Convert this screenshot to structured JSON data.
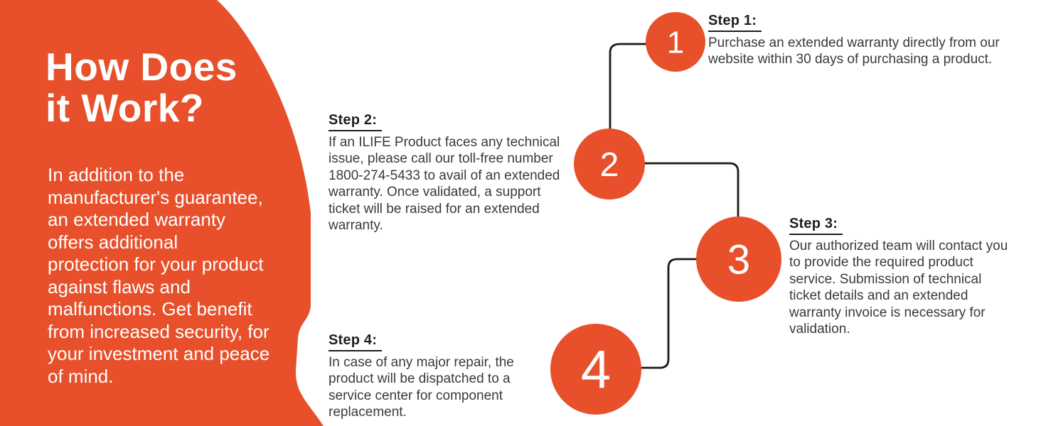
{
  "infographic": {
    "title": "How Does it Work?",
    "description_lines": [
      "In addition to the",
      "manufacturer's guarantee,",
      "an extended warranty",
      "offers additional",
      "protection for your product",
      "against flaws and",
      "malfunctions. Get benefit",
      "from increased security, for",
      "your investment and peace",
      "of mind."
    ],
    "steps": [
      {
        "number": "1",
        "heading": "Step 1:",
        "body": "Purchase an extended warranty directly from our website within 30 days of purchasing a product."
      },
      {
        "number": "2",
        "heading": "Step 2:",
        "body": "If an ILIFE Product faces any technical issue, please call our toll-free number 1800-274-5433 to avail of an extended warranty. Once validated, a support ticket will be raised for an extended warranty."
      },
      {
        "number": "3",
        "heading": "Step 3:",
        "body": "Our authorized team will contact you to provide the required product service. Submission of technical ticket details and an extended warranty invoice is necessary for validation."
      },
      {
        "number": "4",
        "heading": "Step 4:",
        "body": "In case of any major repair, the product will be dispatched to a service center for component replacement."
      }
    ],
    "colors": {
      "accent": "#E7502A",
      "line": "#1A1A1A",
      "heading": "#1F1F1F",
      "body": "#3A3A3A",
      "panel_text": "#FFFFFF"
    }
  }
}
